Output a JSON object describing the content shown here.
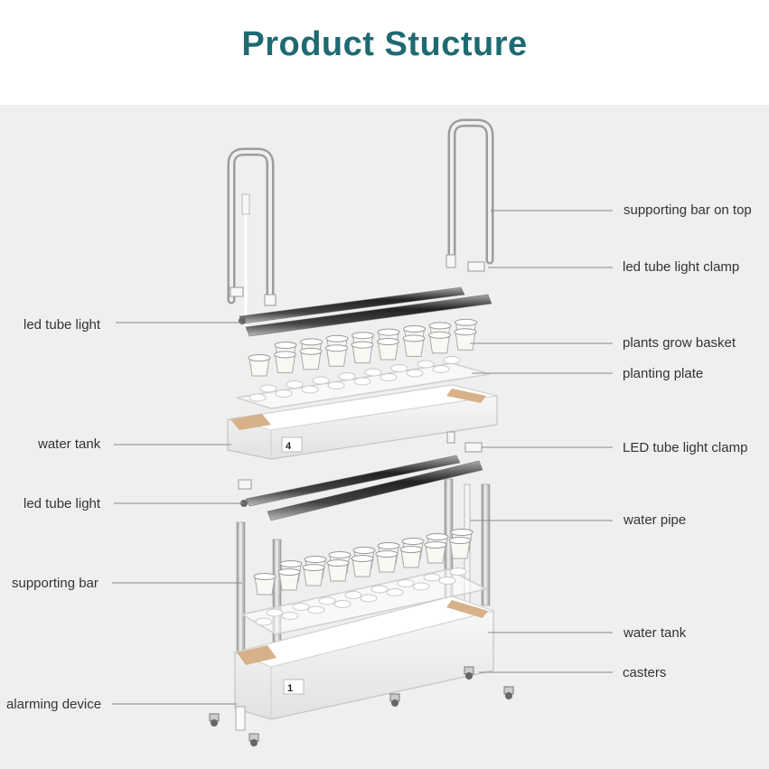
{
  "title": "Product Stucture",
  "colors": {
    "title": "#1e6a73",
    "background": "#efefef",
    "label": "#333333",
    "leader_line": "#888888",
    "wood_accent": "#d7b189"
  },
  "labels": {
    "supporting_bar_on_top": "supporting bar on top",
    "led_tube_light_clamp_top": "led tube light clamp",
    "led_tube_light_upper": "led tube light",
    "plants_grow_basket": "plants grow basket",
    "planting_plate": "planting plate",
    "water_tank_upper": "water tank",
    "led_tube_light_clamp_mid": "LED tube light clamp",
    "led_tube_light_lower": "led tube light",
    "water_pipe": "water pipe",
    "supporting_bar": "supporting bar",
    "water_tank_lower": "water tank",
    "casters": "casters",
    "alarming_device": "alarming device"
  },
  "tank_numbers": {
    "upper": "4",
    "lower": "1"
  }
}
